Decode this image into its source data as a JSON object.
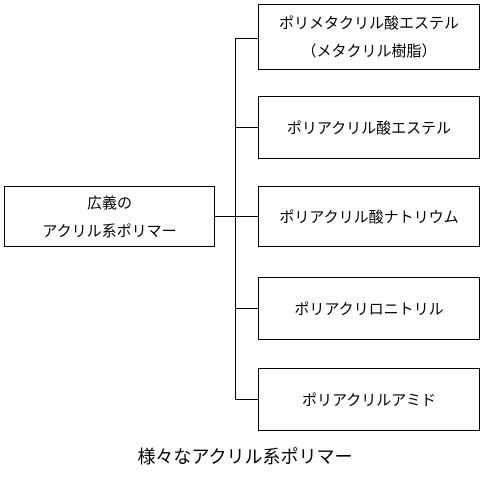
{
  "root": {
    "line1": "広義の",
    "line2": "アクリル系ポリマー"
  },
  "children": [
    {
      "line1": "ポリメタクリル酸エステル",
      "line2": "（メタクリル樹脂）"
    },
    {
      "line1": "ポリアクリル酸エステル",
      "line2": ""
    },
    {
      "line1": "ポリアクリル酸ナトリウム",
      "line2": ""
    },
    {
      "line1": "ポリアクリロニトリル",
      "line2": ""
    },
    {
      "line1": "ポリアクリルアミド",
      "line2": ""
    }
  ],
  "caption": "様々なアクリル系ポリマー"
}
